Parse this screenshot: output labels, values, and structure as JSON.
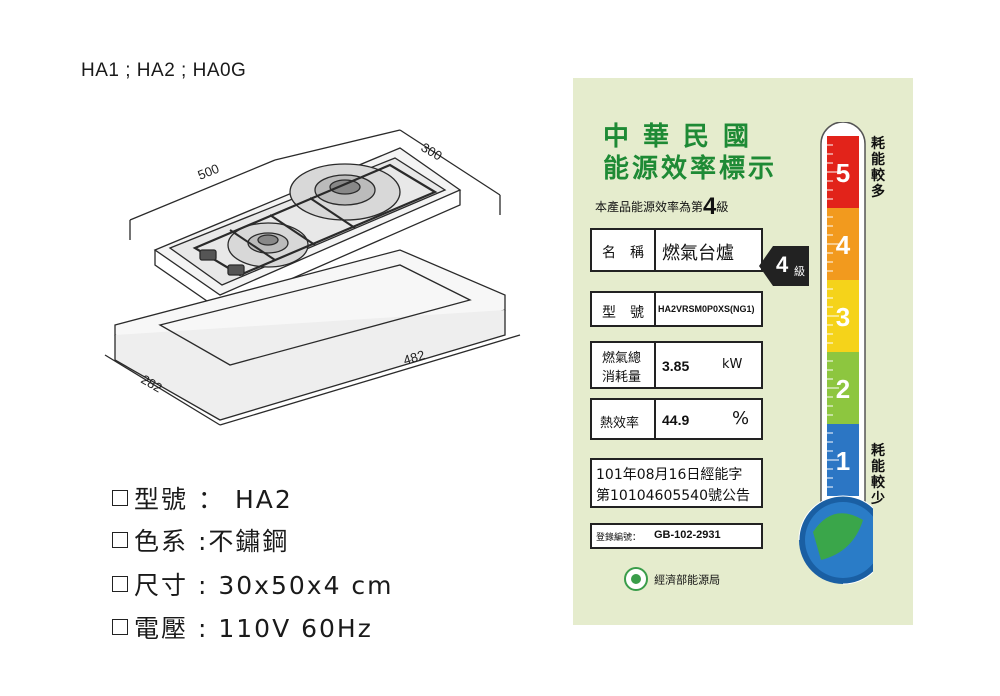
{
  "header": {
    "models": "HA1 ; HA2 ; HA0G"
  },
  "drawing": {
    "dim_width": "500",
    "dim_depth": "300",
    "cutout_width": "482",
    "cutout_depth": "282"
  },
  "specs": [
    {
      "label": "型號",
      "sep": "：",
      "value": "HA2"
    },
    {
      "label": "色系",
      "sep": ":",
      "value": "不鏽鋼"
    },
    {
      "label": "尺寸",
      "sep": ":",
      "value": "30x50x4 cm"
    },
    {
      "label": "電壓",
      "sep": ":",
      "value": "110V 60Hz"
    }
  ],
  "energy_label": {
    "title_line1": "中華民國",
    "title_line2": "能源效率標示",
    "grade_text": "本產品能源效率為第",
    "grade_number": "4",
    "grade_unit": "級",
    "name_label": "名　稱",
    "name_value": "燃氣台爐",
    "badge_number": "4",
    "badge_unit": "級",
    "model_label": "型　號",
    "model_value": "HA2VRSM0P0XS(NG1)",
    "consumption_label_1": "燃氣總",
    "consumption_label_2": "消耗量",
    "consumption_value": "3.85",
    "consumption_unit": "kW",
    "efficiency_label": "熱效率",
    "efficiency_value": "44.9",
    "efficiency_unit": "%",
    "approval_line1": "101年08月16日經能字",
    "approval_line2": "第10104605540號公告",
    "registration_label": "登錄編號：",
    "registration_value": "GB-102-2931",
    "authority": "經濟部能源局",
    "side_top": "耗能較多",
    "side_bottom": "耗能較少",
    "scale": [
      "5",
      "4",
      "3",
      "2",
      "1"
    ],
    "scale_colors": [
      "#e2231a",
      "#f29a1e",
      "#f5d31a",
      "#8dc63f",
      "#2c76c4"
    ],
    "current_grade": 4
  }
}
